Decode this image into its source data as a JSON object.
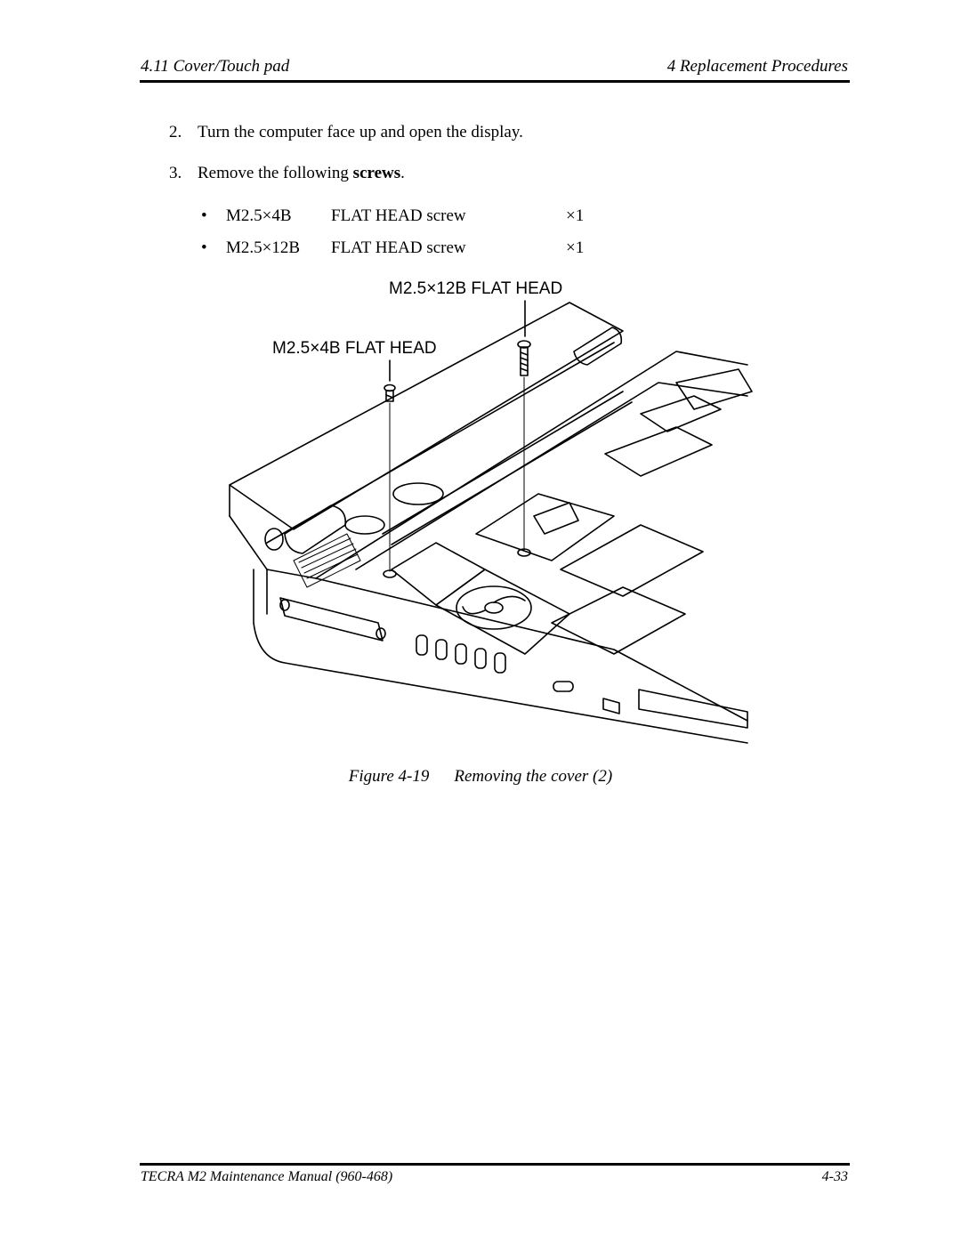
{
  "header": {
    "section": "4.11  Cover/Touch pad",
    "chapter": "4 Replacement Procedures"
  },
  "steps": [
    {
      "number": "2.",
      "text": "Turn the computer face up and open the display."
    },
    {
      "number": "3.",
      "text_before": "Remove the following ",
      "text_bold": "screws",
      "text_after": "."
    }
  ],
  "screws": [
    {
      "bullet": "•",
      "size": "M2.5×4B",
      "type": "FLAT HEAD screw",
      "qty": "×1"
    },
    {
      "bullet": "•",
      "size": "M2.5×12B",
      "type": "FLAT HEAD screw",
      "qty": "×1"
    }
  ],
  "figure": {
    "callout_long": "M2.5×12B FLAT HEAD",
    "callout_short": "M2.5×4B FLAT HEAD",
    "caption_number": "Figure 4-19",
    "caption_title": "Removing the cover (2)"
  },
  "footer": {
    "manual": "TECRA M2 Maintenance Manual (960-468)",
    "page": "4-33"
  }
}
